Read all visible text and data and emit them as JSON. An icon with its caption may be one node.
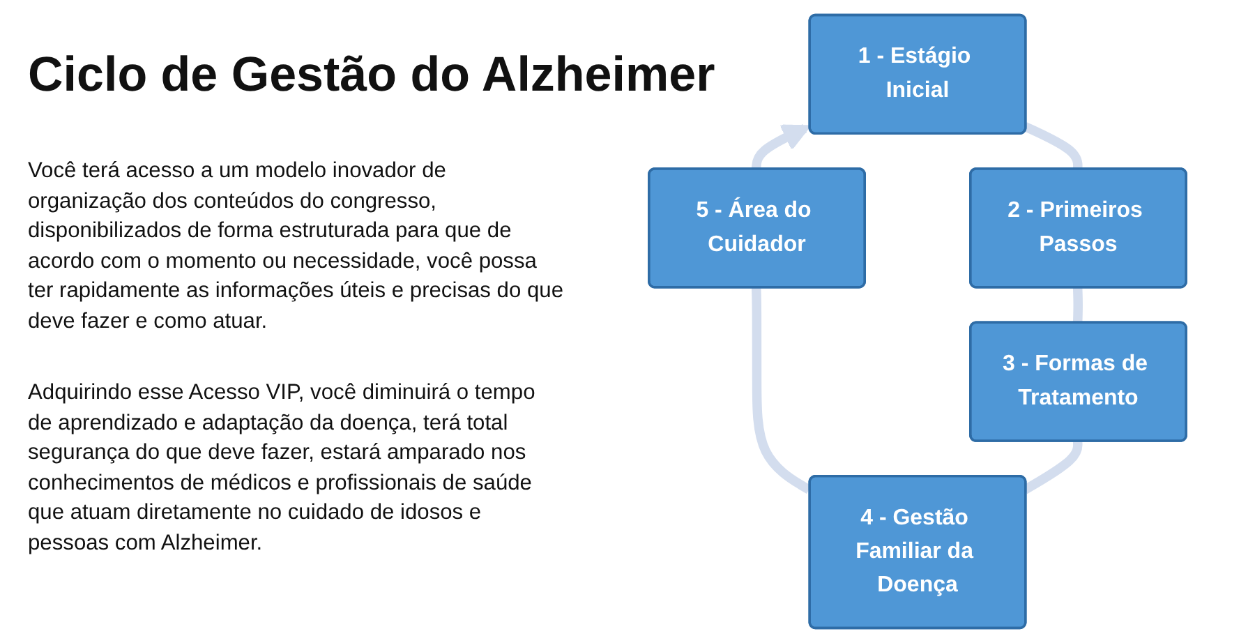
{
  "diagram": {
    "title": "Ciclo de Gestão do Alzheimer",
    "nodes": [
      {
        "text": [
          "1 - Estágio Inicial"
        ]
      },
      {
        "text": [
          "2 - Primeiros Passos"
        ]
      },
      {
        "text": [
          "3 - Formas de Tratamento"
        ]
      },
      {
        "text": [
          "4 - Gestão Familiar da Doença"
        ]
      },
      {
        "text": [
          "5 - Área do Cuidador"
        ]
      }
    ],
    "edges": [
      {
        "from": 0,
        "to": 1,
        "arrow": "none"
      },
      {
        "from": 1,
        "to": 2,
        "arrow": "none"
      },
      {
        "from": 2,
        "to": 3,
        "arrow": "none"
      },
      {
        "from": 3,
        "to": 4,
        "arrow": "none"
      },
      {
        "from": 4,
        "to": 0,
        "arrow": "to"
      }
    ],
    "labels": [
      "Você terá acesso a um modelo inovador de organização dos conteúdos do congresso, disponibilizados de forma estruturada para que de acordo com o momento ou necessidade, você possa ter rapidamente as informações úteis e precisas do que deve fazer e como atuar.",
      "Adquirindo esse Acesso VIP, você diminuirá o tempo de aprendizado e adaptação da doença, terá total segurança do que deve fazer, estará amparado nos conhecimentos de médicos e profissionais de saúde que atuam diretamente no cuidado de idosos e pessoas com Alzheimer."
    ]
  }
}
